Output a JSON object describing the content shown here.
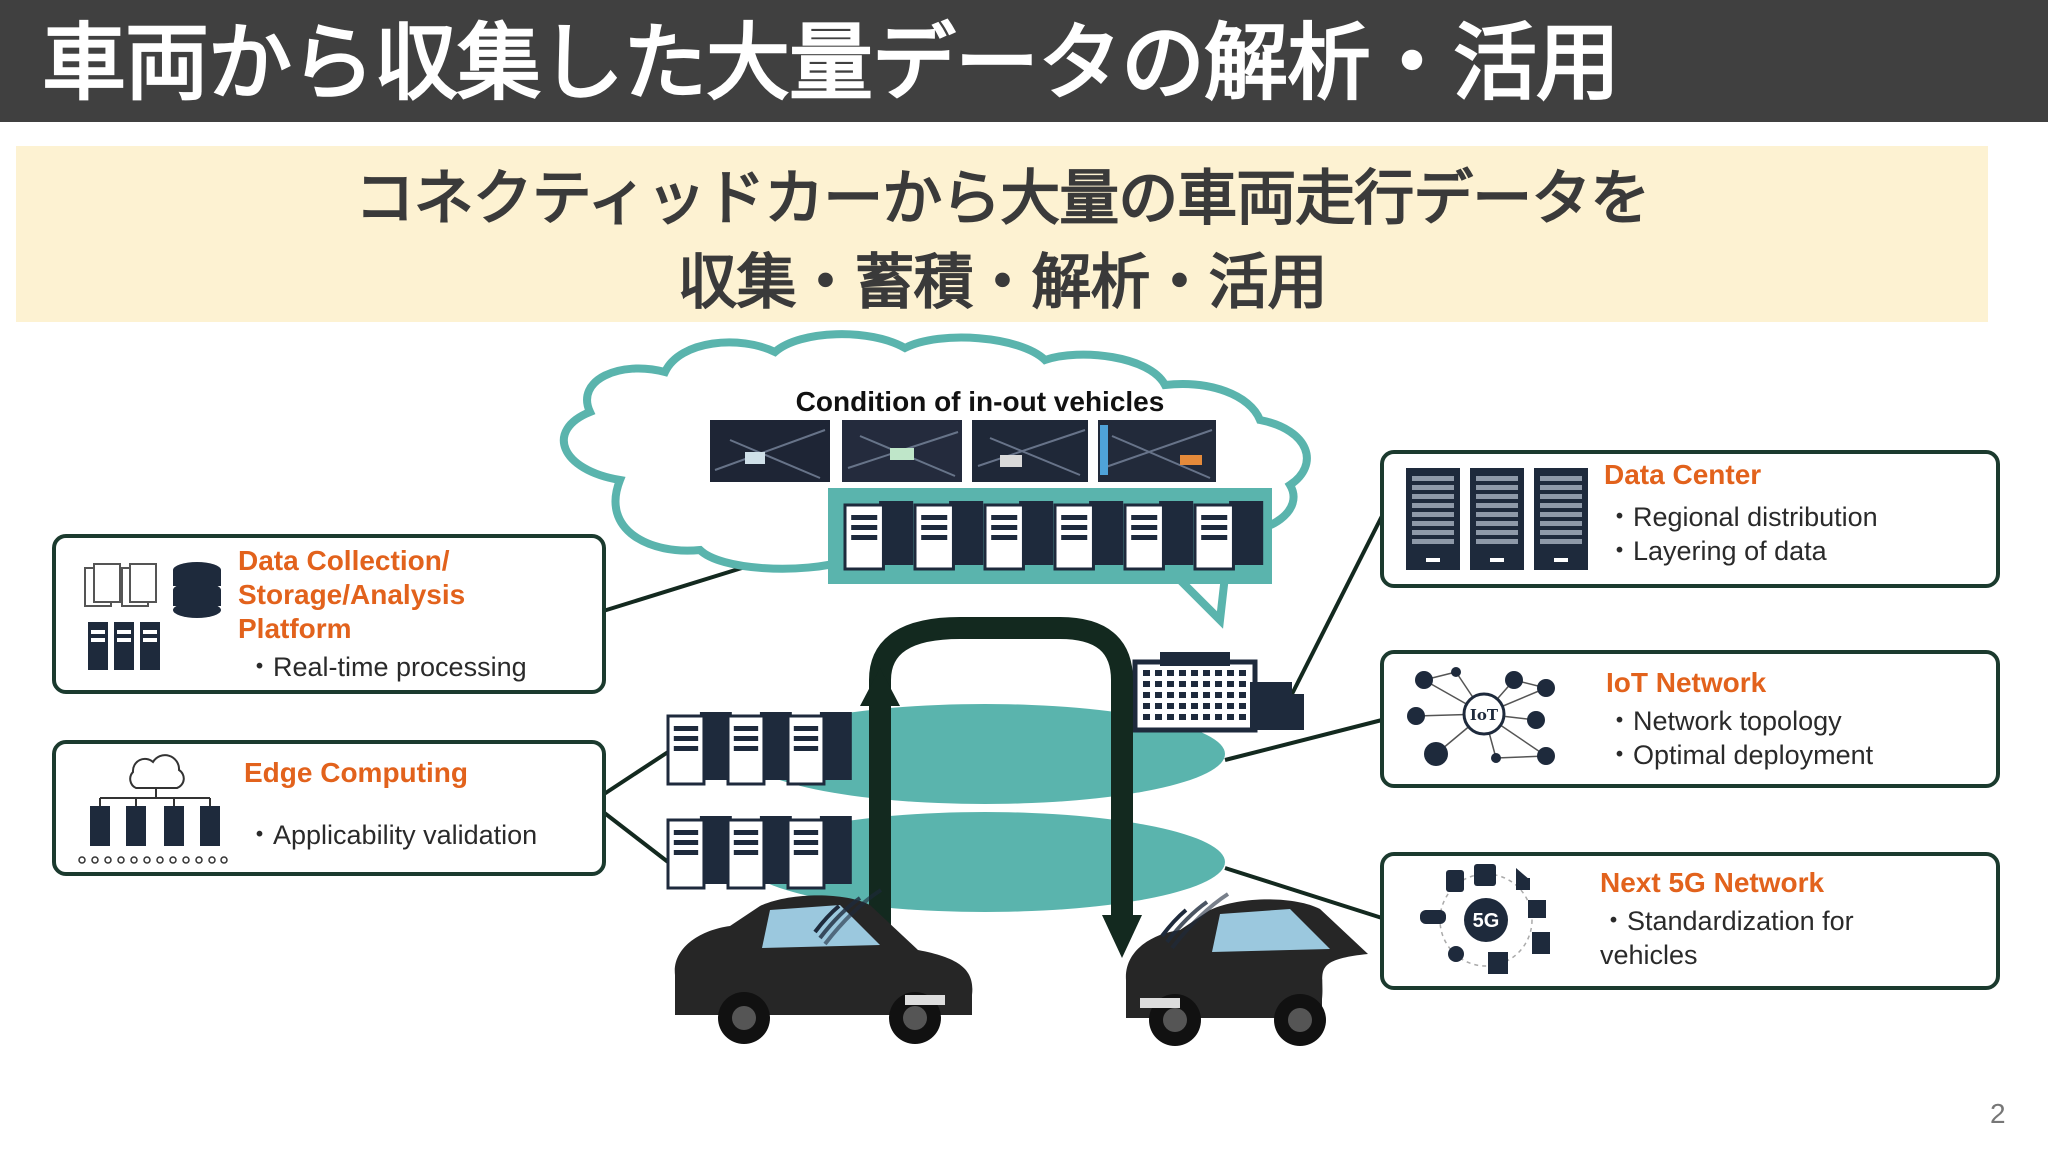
{
  "header": {
    "title": "車両から収集した大量データの解析・活用"
  },
  "banner": {
    "line1": "コネクティッドカーから大量の車両走行データを",
    "line2": "収集・蓄積・解析・活用"
  },
  "cloud": {
    "label": "Condition of in-out vehicles"
  },
  "boxes": {
    "data_collection": {
      "heading_lines": [
        "Data Collection/",
        "Storage/Analysis",
        "Platform"
      ],
      "bullets": [
        "・Real-time processing"
      ]
    },
    "edge": {
      "heading": "Edge Computing",
      "bullets": [
        "・Applicability validation"
      ]
    },
    "data_center": {
      "heading": "Data Center",
      "bullets": [
        "・Regional distribution",
        "・Layering of data"
      ]
    },
    "iot": {
      "heading": "IoT Network",
      "bullets": [
        "・Network topology",
        "・Optimal deployment"
      ],
      "icon_text": "IoT"
    },
    "fiveg": {
      "heading": "Next 5G Network",
      "bullets": [
        "・Standardization for",
        "vehicles"
      ],
      "icon_text": "5G"
    }
  },
  "colors": {
    "title_bg": "#404040",
    "banner_bg": "#fdf2d2",
    "accent_orange": "#e2621c",
    "teal": "#5ab4ad",
    "dark_navy": "#1e2a3c",
    "dark_green": "#13291f"
  },
  "page_number": "2"
}
